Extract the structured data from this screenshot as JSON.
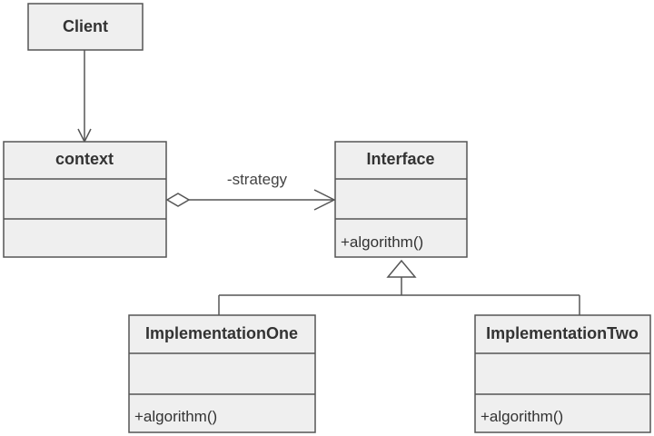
{
  "classes": {
    "client": {
      "name": "Client",
      "attributes": "",
      "operations": ""
    },
    "context": {
      "name": "context",
      "attributes": "",
      "operations": ""
    },
    "interface": {
      "name": "Interface",
      "attributes": "",
      "operations": "+algorithm()"
    },
    "impl_one": {
      "name": "ImplementationOne",
      "attributes": "",
      "operations": "+algorithm()"
    },
    "impl_two": {
      "name": "ImplementationTwo",
      "attributes": "",
      "operations": "+algorithm()"
    }
  },
  "relations": {
    "strategy_label": "-strategy"
  },
  "colors": {
    "box_fill": "#efefef",
    "stroke": "#555555",
    "text": "#333333"
  }
}
